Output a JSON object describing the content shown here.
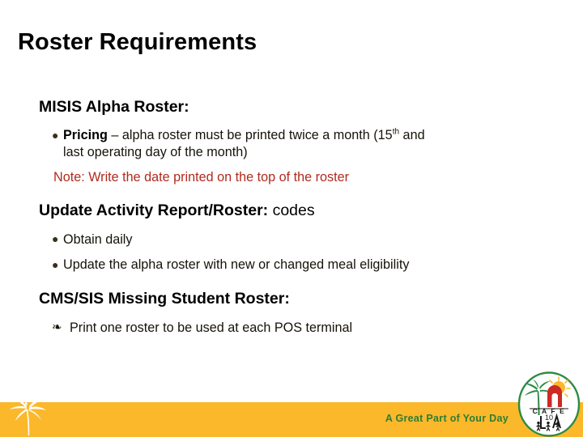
{
  "slide": {
    "title": "Roster Requirements"
  },
  "sections": [
    {
      "heading": "MISIS Alpha Roster:",
      "heading_tail": "",
      "bullets": [
        {
          "marker": "●",
          "strong": "Pricing",
          "text": " – alpha roster must be printed twice a month (15",
          "sup": "th",
          "text2": " and",
          "continuation": "last operating day of the month)"
        }
      ],
      "note": "Note: Write the date printed on the top of the roster"
    },
    {
      "heading": "Update Activity Report/Roster:",
      "heading_tail": " codes",
      "bullets": [
        {
          "marker": "●",
          "text": "Obtain daily"
        },
        {
          "marker": "●",
          "text": "Update the alpha roster with new or changed meal eligibility"
        }
      ]
    },
    {
      "heading": "CMS/SIS Missing Student Roster:",
      "heading_tail": "",
      "ornament_bullets": [
        {
          "marker": "❧",
          "text": "Print one roster to be used at each POS terminal"
        }
      ]
    }
  ],
  "footer": {
    "tagline": "A Great Part of Your Day",
    "band_color": "#FBB82B",
    "tagline_color": "#2E7D32",
    "logo": {
      "name": "cafe-la-logo",
      "word": "C A F E",
      "sub_word": "LA",
      "number": "10",
      "ring_color": "#2E8B45",
      "sun_color": "#FBB82B",
      "palm_color": "#2E8B45",
      "arch_color": "#CC2A24"
    }
  },
  "colors": {
    "title": "#000000",
    "body": "#161209",
    "note_red": "#B02A1E",
    "bullet": "#3B2F1C"
  }
}
